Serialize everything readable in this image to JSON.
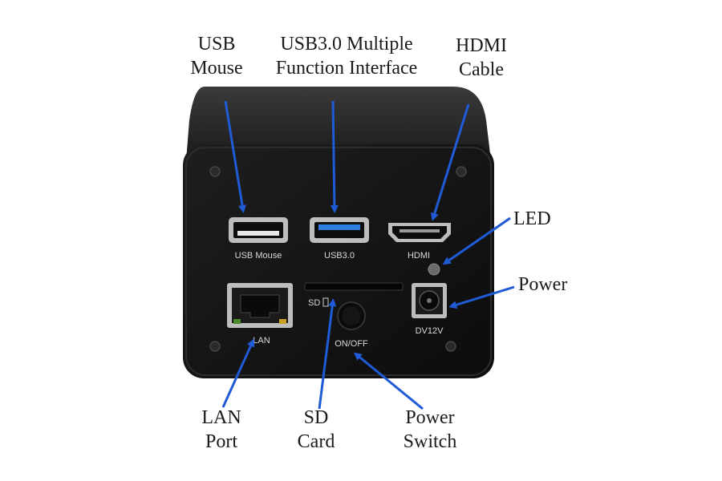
{
  "callouts": {
    "usb_mouse": {
      "line1": "USB",
      "line2": "Mouse"
    },
    "usb3": {
      "line1": "USB3.0 Multiple",
      "line2": "Function Interface"
    },
    "hdmi_cable": {
      "line1": "HDMI",
      "line2": "Cable"
    },
    "led": {
      "line1": "LED"
    },
    "power": {
      "line1": "Power"
    },
    "lan_port": {
      "line1": "LAN",
      "line2": "Port"
    },
    "sd_card": {
      "line1": "SD",
      "line2": "Card"
    },
    "power_switch": {
      "line1": "Power",
      "line2": "Switch"
    }
  },
  "device_labels": {
    "usb_mouse": "USB Mouse",
    "usb3": "USB3.0",
    "hdmi": "HDMI",
    "sd": "SD",
    "lan": "LAN",
    "on_off": "ON/OFF",
    "dc": "DV12V"
  },
  "colors": {
    "arrow": "#1f5bd6",
    "body": "#141414",
    "body_top": "#2a2a2a",
    "usb3_blue": "#2f7fe0"
  }
}
